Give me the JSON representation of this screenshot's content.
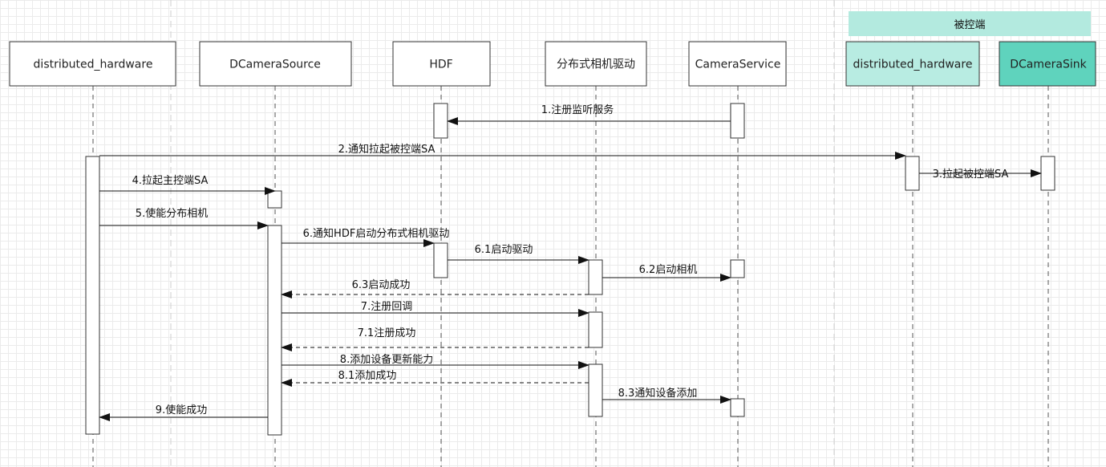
{
  "group": {
    "label": "被控端"
  },
  "actors": [
    {
      "id": "dh_src",
      "label": "distributed_hardware",
      "style": "box"
    },
    {
      "id": "dcs",
      "label": "DCameraSource",
      "style": "box"
    },
    {
      "id": "hdf",
      "label": "HDF",
      "style": "box"
    },
    {
      "id": "drv",
      "label": "分布式相机驱动",
      "style": "box"
    },
    {
      "id": "cs",
      "label": "CameraService",
      "style": "box"
    },
    {
      "id": "dh_sink",
      "label": "distributed_hardware",
      "style": "box-remote"
    },
    {
      "id": "sink",
      "label": "DCameraSink",
      "style": "box-sink"
    }
  ],
  "messages": [
    {
      "label": "1.注册监听服务",
      "from": "cs",
      "to": "hdf",
      "dashed": false
    },
    {
      "label": "2.通知拉起被控端SA",
      "from": "dh_src",
      "to": "dh_sink",
      "dashed": false
    },
    {
      "label": "3.拉起被控端SA",
      "from": "dh_sink",
      "to": "sink",
      "dashed": false
    },
    {
      "label": "4.拉起主控端SA",
      "from": "dh_src",
      "to": "dcs",
      "dashed": false
    },
    {
      "label": "5.使能分布相机",
      "from": "dh_src",
      "to": "dcs",
      "dashed": false
    },
    {
      "label": "6.通知HDF启动分布式相机驱动",
      "from": "dcs",
      "to": "hdf",
      "dashed": false
    },
    {
      "label": "6.1启动驱动",
      "from": "hdf",
      "to": "drv",
      "dashed": false
    },
    {
      "label": "6.2启动相机",
      "from": "drv",
      "to": "cs",
      "dashed": false
    },
    {
      "label": "6.3启动成功",
      "from": "drv",
      "to": "dcs",
      "dashed": true
    },
    {
      "label": "7.注册回调",
      "from": "dcs",
      "to": "drv",
      "dashed": false
    },
    {
      "label": "7.1注册成功",
      "from": "drv",
      "to": "dcs",
      "dashed": true
    },
    {
      "label": "8.添加设备更新能力",
      "from": "dcs",
      "to": "drv",
      "dashed": false
    },
    {
      "label": "8.1添加成功",
      "from": "drv",
      "to": "dcs",
      "dashed": true
    },
    {
      "label": "8.3通知设备添加",
      "from": "drv",
      "to": "cs",
      "dashed": false
    },
    {
      "label": "9.使能成功",
      "from": "dcs",
      "to": "dh_src",
      "dashed": false
    }
  ]
}
